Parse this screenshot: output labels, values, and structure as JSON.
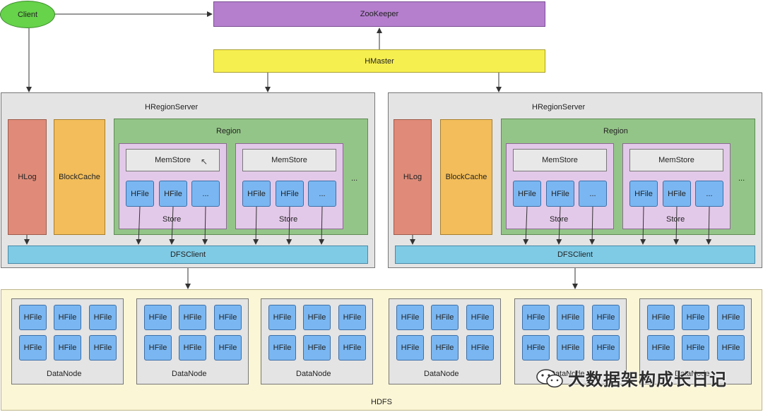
{
  "top": {
    "client": "Client",
    "zookeeper": "ZooKeeper",
    "hmaster": "HMaster"
  },
  "servers": [
    {
      "title": "HRegionServer",
      "hlog": "HLog",
      "blockcache": "BlockCache",
      "region": "Region",
      "ellipsis": "...",
      "stores": [
        {
          "memstore": "MemStore",
          "files": [
            "HFile",
            "HFile",
            "..."
          ],
          "label": "Store"
        },
        {
          "memstore": "MemStore",
          "files": [
            "HFile",
            "HFile",
            "..."
          ],
          "label": "Store"
        }
      ],
      "dfsclient": "DFSClient"
    },
    {
      "title": "HRegionServer",
      "hlog": "HLog",
      "blockcache": "BlockCache",
      "region": "Region",
      "ellipsis": "...",
      "stores": [
        {
          "memstore": "MemStore",
          "files": [
            "HFile",
            "HFile",
            "..."
          ],
          "label": "Store"
        },
        {
          "memstore": "MemStore",
          "files": [
            "HFile",
            "HFile",
            "..."
          ],
          "label": "Store"
        }
      ],
      "dfsclient": "DFSClient"
    }
  ],
  "hdfs": {
    "label": "HDFS",
    "datanodes": [
      {
        "label": "DataNode",
        "files": [
          "HFile",
          "HFile",
          "HFile",
          "HFile",
          "HFile",
          "HFile"
        ]
      },
      {
        "label": "DataNode",
        "files": [
          "HFile",
          "HFile",
          "HFile",
          "HFile",
          "HFile",
          "HFile"
        ]
      },
      {
        "label": "DataNode",
        "files": [
          "HFile",
          "HFile",
          "HFile",
          "HFile",
          "HFile",
          "HFile"
        ]
      },
      {
        "label": "DataNode",
        "files": [
          "HFile",
          "HFile",
          "HFile",
          "HFile",
          "HFile",
          "HFile"
        ]
      },
      {
        "label": "DataNode",
        "files": [
          "HFile",
          "HFile",
          "HFile",
          "HFile",
          "HFile",
          "HFile"
        ]
      },
      {
        "label": "DataNode",
        "files": [
          "HFile",
          "HFile",
          "HFile",
          "HFile",
          "HFile",
          "HFile"
        ]
      }
    ]
  },
  "watermark": {
    "text": "大数据架构成长日记",
    "icon": "wechat-icon"
  },
  "colors": {
    "client": "#66d34a",
    "zookeeper": "#b57fce",
    "hmaster": "#f6ef50",
    "regionserver": "#e4e4e4",
    "hlog": "#e08b79",
    "blockcache": "#f2bd5a",
    "region": "#94c588",
    "store": "#e3c9e9",
    "hfile": "#7ab7f2",
    "dfsclient": "#7fcbe6",
    "hdfs": "#fbf6d6"
  }
}
